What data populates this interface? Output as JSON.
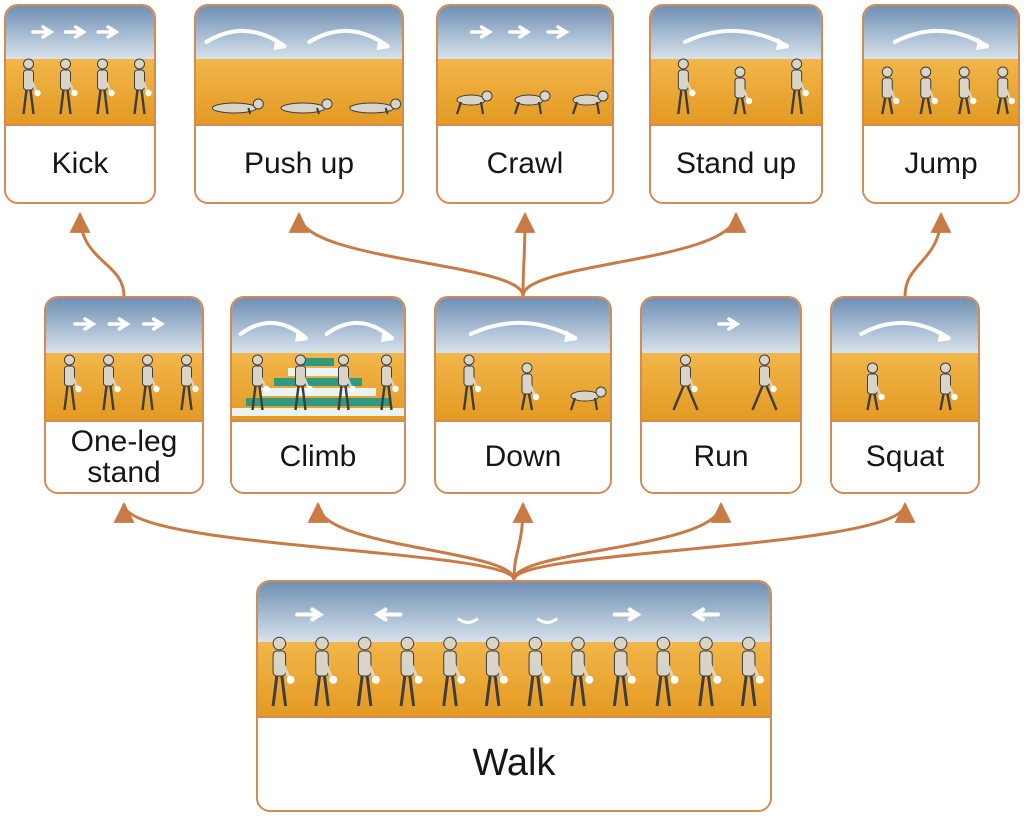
{
  "colors": {
    "border": "#d58a52",
    "arrow": "#c97a45",
    "sky_top": "#6f8fb3",
    "sky_bottom": "#d7e2ec",
    "sand_top": "#f2b64a",
    "sand_bottom": "#e39a22",
    "robot": "#d9d4c8",
    "robot_dark": "#3d3d3d"
  },
  "nodes": {
    "kick": {
      "label": "Kick",
      "robots": 4,
      "arrows": "right-arrows",
      "ground": "sand"
    },
    "push_up": {
      "label": "Push up",
      "robots": 3,
      "arrows": "curved-arrows",
      "ground": "sand",
      "pose": "prone"
    },
    "crawl": {
      "label": "Crawl",
      "robots": 3,
      "arrows": "right-arrows",
      "ground": "sand",
      "pose": "crawl"
    },
    "stand_up": {
      "label": "Stand up",
      "robots": 3,
      "arrows": "curved-arrow",
      "ground": "sand",
      "pose": "rising"
    },
    "jump": {
      "label": "Jump",
      "robots": 4,
      "arrows": "curved-arrow",
      "ground": "sand",
      "pose": "crouch"
    },
    "one_leg_stand": {
      "label": "One-leg stand",
      "robots": 4,
      "arrows": "right-arrows",
      "ground": "sand"
    },
    "climb": {
      "label": "Climb",
      "robots": 4,
      "arrows": "curved-arrows",
      "ground": "stairs"
    },
    "down": {
      "label": "Down",
      "robots": 3,
      "arrows": "curved-arrow",
      "ground": "sand",
      "pose": "falling"
    },
    "run": {
      "label": "Run",
      "robots": 2,
      "arrows": "right-arrow",
      "ground": "sand",
      "pose": "stride"
    },
    "squat": {
      "label": "Squat",
      "robots": 2,
      "arrows": "curved-arrow",
      "ground": "sand",
      "pose": "crouch"
    },
    "walk": {
      "label": "Walk",
      "robots": 12,
      "arrows": "direction-arrows",
      "ground": "sand"
    }
  },
  "edges": [
    {
      "from": "walk",
      "to": "one_leg_stand"
    },
    {
      "from": "walk",
      "to": "climb"
    },
    {
      "from": "walk",
      "to": "down"
    },
    {
      "from": "walk",
      "to": "run"
    },
    {
      "from": "walk",
      "to": "squat"
    },
    {
      "from": "one_leg_stand",
      "to": "kick"
    },
    {
      "from": "down",
      "to": "push_up"
    },
    {
      "from": "down",
      "to": "crawl"
    },
    {
      "from": "down",
      "to": "stand_up"
    },
    {
      "from": "squat",
      "to": "jump"
    }
  ]
}
